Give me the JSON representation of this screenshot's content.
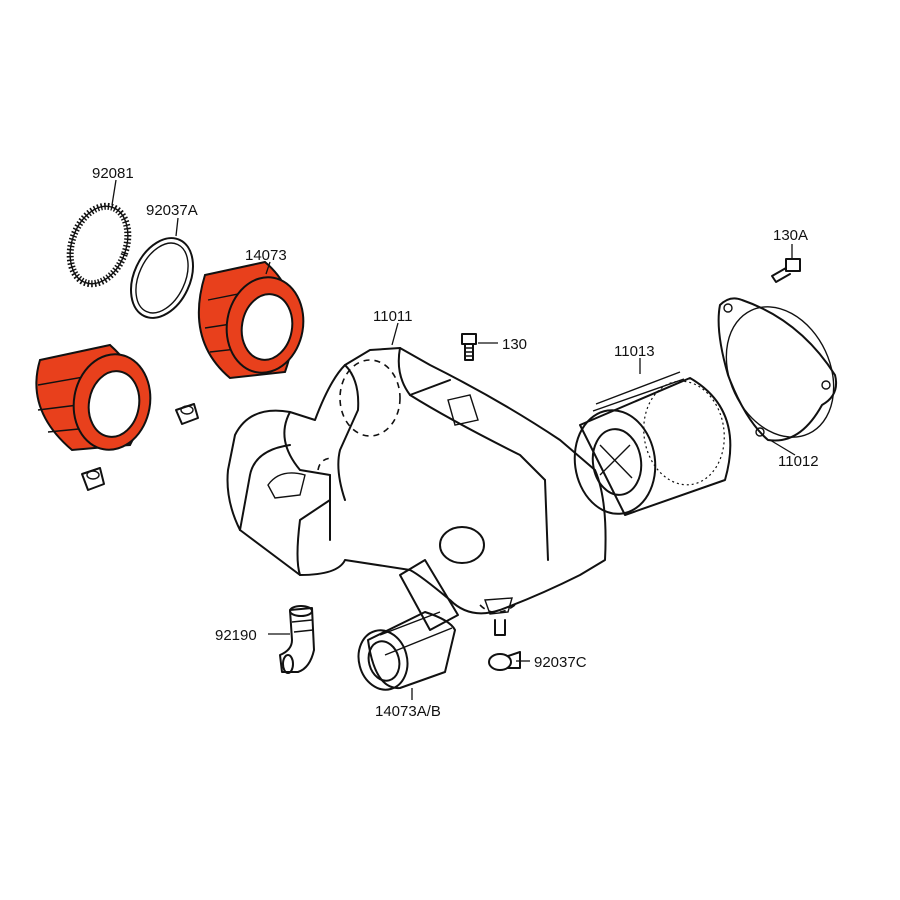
{
  "colors": {
    "highlight": "#e8401c",
    "line": "#111111",
    "background": "#ffffff"
  },
  "labels": {
    "p92081": "92081",
    "p92037A": "92037A",
    "p14073": "14073",
    "p11011": "11011",
    "p130": "130",
    "p11013": "11013",
    "p130A": "130A",
    "p11012": "11012",
    "p92190": "92190",
    "p92037C": "92037C",
    "p14073AB": "14073A/B"
  }
}
